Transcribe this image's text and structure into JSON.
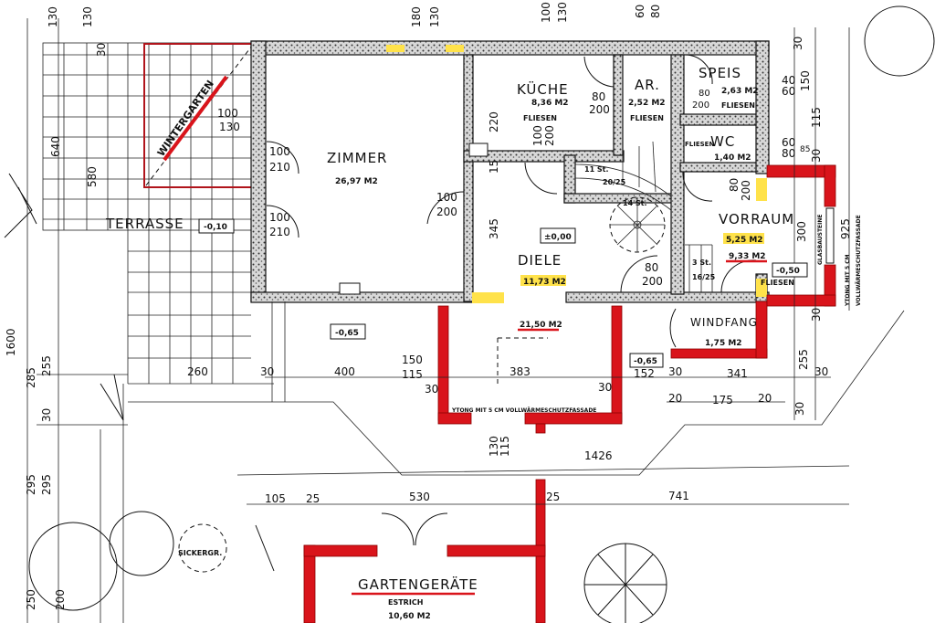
{
  "colors": {
    "new_walls": "#d9141b",
    "highlight": "#ffe24a",
    "existing_walls": "#777777"
  },
  "rooms": {
    "zimmer": {
      "name": "ZIMMER",
      "area": "26,97 M2"
    },
    "kueche": {
      "name": "KÜCHE",
      "area": "8,36 M2",
      "floor": "FLIESEN"
    },
    "ar": {
      "name": "AR.",
      "area": "2,52 M2",
      "floor": "FLIESEN"
    },
    "speis": {
      "name": "SPEIS",
      "area": "2,63 M2",
      "floor": "FLIESEN"
    },
    "wc": {
      "name": "WC",
      "area": "1,40 M2",
      "floor": "FLIESEN"
    },
    "diele": {
      "name": "DIELE",
      "area": "11,73 M2",
      "level": "±0,00"
    },
    "vorraum": {
      "name": "VORRAUM",
      "area": "5,25 M2",
      "area_new": "9,33 M2",
      "floor": "FLIESEN",
      "level": "-0,50"
    },
    "windfang": {
      "name": "WINDFANG",
      "area": "1,75 M2"
    },
    "wintergarten": {
      "name": "WINTERGARTEN"
    },
    "terrasse": {
      "name": "TERRASSE",
      "level": "-0,10"
    },
    "anbau": {
      "area": "21,50 M2",
      "level": "-0,65"
    },
    "outside": {
      "level": "-0,65"
    },
    "gartengeraete": {
      "name": "GARTENGERÄTE",
      "floor": "ESTRICH",
      "area": "10,60 M2"
    }
  },
  "stairs": {
    "main": "11 St.",
    "main_ratio": "20/25",
    "spiral": "14 St.",
    "entry": "3 St.",
    "entry_ratio": "16/25"
  },
  "annotations": {
    "sickergrube": "SICKERGR.",
    "facade_south": "YTONG MIT 5 CM VOLLWÄRMESCHUTZFASSADE",
    "glass_blocks": "GLASBAUSTEINE",
    "facade_east_1": "YTONG MIT 5 CM",
    "facade_east_2": "VOLLWÄRMESCHUTZFASSADE",
    "facade_east_dim": "925"
  },
  "dimensions": [
    "130",
    "130",
    "180",
    "130",
    "100",
    "130",
    "60",
    "80",
    "640",
    "580",
    "30",
    "1600",
    "285",
    "255",
    "30",
    "295",
    "295",
    "250",
    "200",
    "260",
    "30",
    "400",
    "150",
    "115",
    "383",
    "30",
    "30",
    "152",
    "30",
    "341",
    "255",
    "30",
    "20",
    "175",
    "20",
    "30",
    "130",
    "115",
    "1426",
    "105",
    "25",
    "530",
    "25",
    "741",
    "30",
    "40",
    "60",
    "150",
    "115",
    "60",
    "80",
    "85",
    "30",
    "300",
    "30",
    "220",
    "345",
    "15"
  ],
  "doors": [
    "100",
    "210",
    "100",
    "210",
    "100",
    "200",
    "100",
    "130",
    "80",
    "200",
    "100",
    "200",
    "80",
    "200",
    "80",
    "200",
    "80",
    "200"
  ]
}
